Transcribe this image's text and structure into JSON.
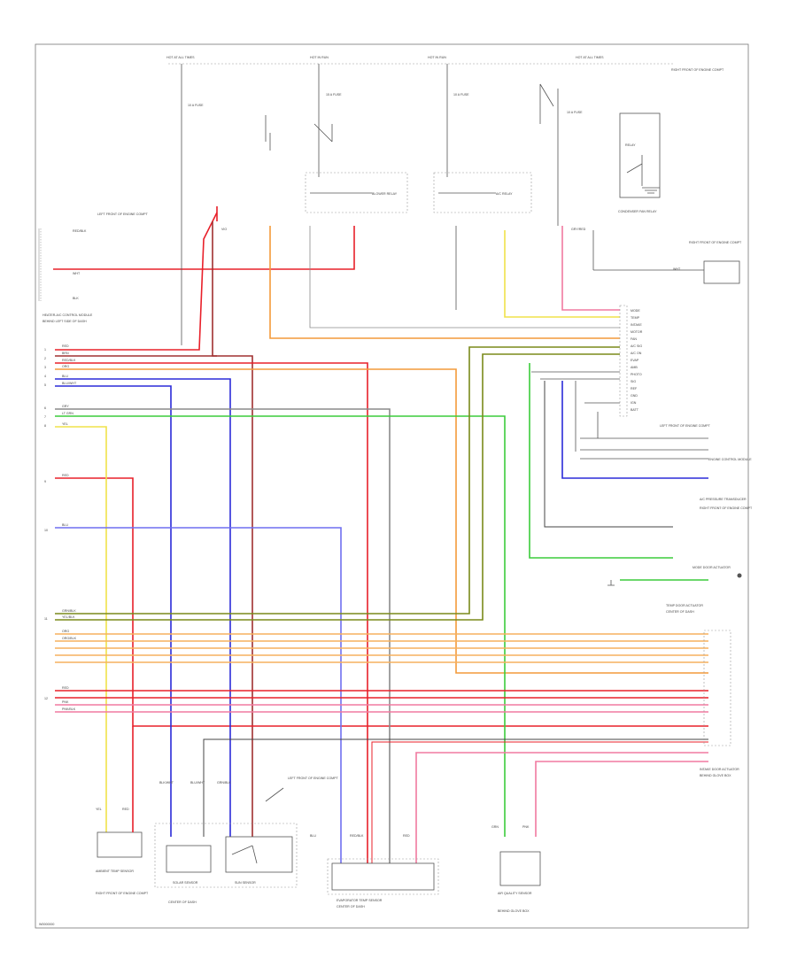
{
  "footer": {
    "code": "W0000000"
  },
  "colors": {
    "red": "#e8202a",
    "pink": "#f07aa0",
    "orange": "#f39a3a",
    "light_orange": "#f6b15e",
    "yellow": "#f0e24a",
    "blue": "#2b2bd8",
    "light_blue": "#6f6ff0",
    "green": "#3ccc3c",
    "olive": "#7a8a1a",
    "grey": "#8a8a8a",
    "dark_grey": "#444444",
    "brown": "#a03030",
    "light_green": "#8ee08e"
  },
  "labels": {
    "hot_at_all_times": "HOT AT ALL TIMES",
    "hot_in_run": "HOT IN RUN",
    "fuse_10a": "10 A FUSE",
    "fuse_15a": "15 A FUSE",
    "relay_label": "RELAY",
    "left_kick_panel": "LEFT FRONT OF ENGINE COMPT",
    "right_front": "RIGHT FRONT OF ENGINE COMPT",
    "blower_relay": "BLOWER RELAY",
    "ac_relay": "A/C RELAY",
    "condenser_fan_relay": "CONDENSER FAN RELAY",
    "ecm": "ENGINE CONTROL MODULE",
    "hvac_module": "HEATER-A/C CONTROL MODULE",
    "ambient_sensor": "AMBIENT TEMP SENSOR",
    "sun_sensor": "SUN SENSOR",
    "solar_sensor": "SOLAR SENSOR",
    "evap_sensor": "EVAPORATOR TEMP SENSOR",
    "aqs_sensor": "AIR QUALITY SENSOR",
    "mode_actuator": "MODE DOOR ACTUATOR",
    "temp_actuator": "TEMP DOOR ACTUATOR",
    "intake_actuator": "INTAKE DOOR ACTUATOR",
    "pressure_sw": "A/C PRESSURE TRANSDUCER",
    "under_dash": "BEHIND LEFT SIDE OF DASH",
    "center_dash": "CENTER OF DASH",
    "behind_glove": "BEHIND GLOVE BOX",
    "gnd": "GND",
    "batt": "BATT",
    "ign": "IGN",
    "sig": "SIG",
    "ref": "REF",
    "mode": "MODE",
    "temp": "TEMP",
    "intake": "INTAKE",
    "motor": "MOTOR",
    "fan": "FAN",
    "ac_sig": "A/C SIG",
    "ac_on": "A/C ON",
    "evap": "EVAP",
    "amb": "AMB",
    "photo": "PHOTO",
    "red_wire": "RED",
    "pnk_wire": "PNK",
    "org_wire": "ORG",
    "yel_wire": "YEL",
    "blu_wire": "BLU",
    "grn_wire": "GRN",
    "blk_wire": "BLK",
    "gry_wire": "GRY",
    "wht_wire": "WHT",
    "brn_wire": "BRN",
    "vio_wire": "VIO",
    "blk_wht": "BLK/WHT",
    "red_blk": "RED/BLK",
    "blu_wht": "BLU/WHT",
    "grn_blk": "GRN/BLK",
    "yel_blk": "YEL/BLK",
    "org_blk": "ORG/BLK",
    "pnk_blk": "PNK/BLK",
    "gry_red": "GRY/RED",
    "lt_grn": "LT GRN",
    "n1": "1",
    "n2": "2",
    "n3": "3",
    "n4": "4",
    "n5": "5",
    "n6": "6",
    "n7": "7",
    "n8": "8",
    "n9": "9",
    "n10": "10",
    "n11": "11",
    "n12": "12"
  }
}
